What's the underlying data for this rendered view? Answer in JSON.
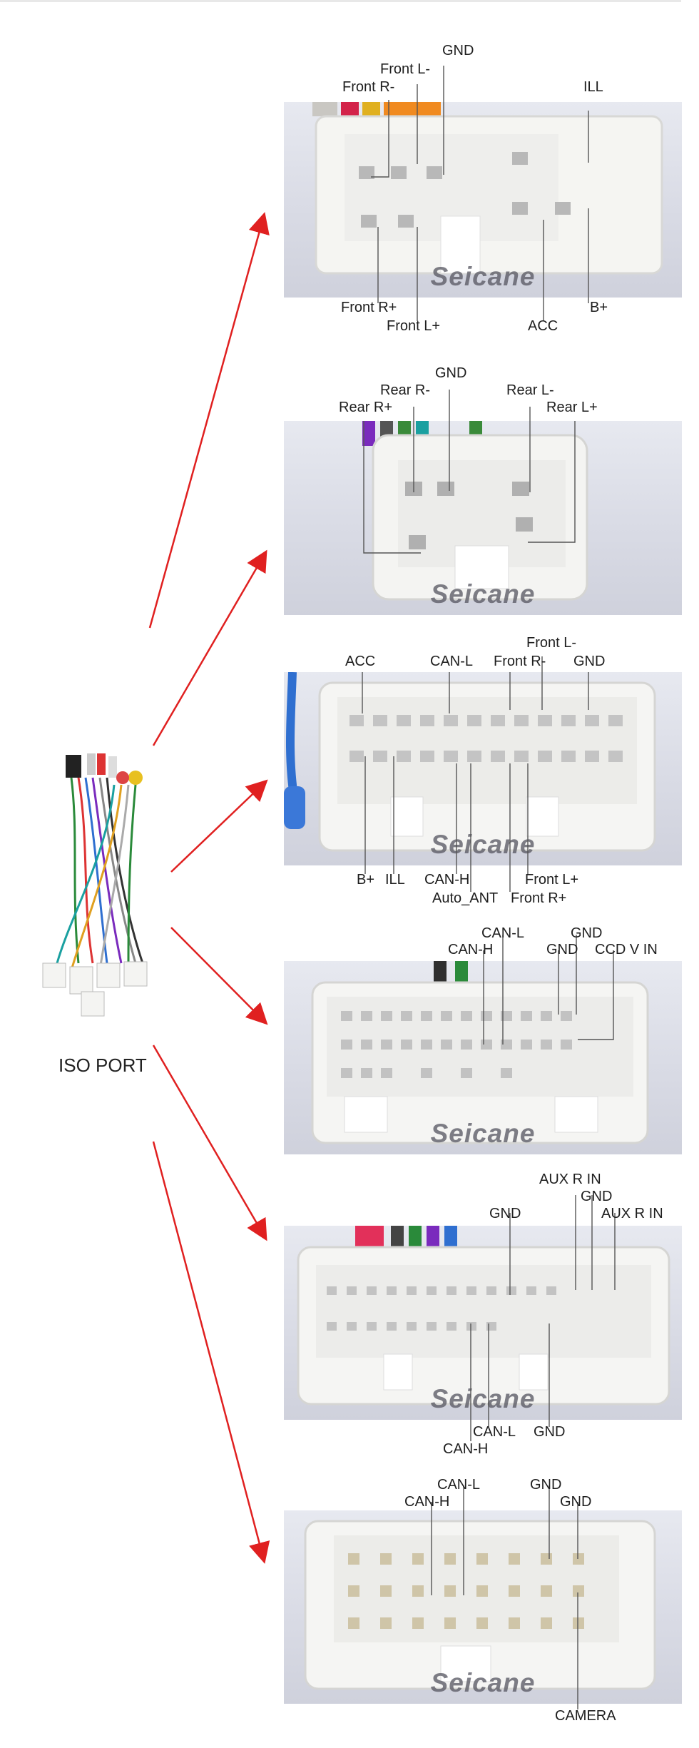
{
  "iso_port_label": "ISO PORT",
  "brand_watermark": "Seicane",
  "colors": {
    "arrow": "#e02020",
    "leader": "#555555",
    "connector": "#f3f3f1"
  },
  "connectors": [
    {
      "id": "c1",
      "labels": [
        "GND",
        "Front L-",
        "Front R-",
        "ILL",
        "Front R+",
        "Front L+",
        "ACC",
        "B+"
      ]
    },
    {
      "id": "c2",
      "labels": [
        "GND",
        "Rear R-",
        "Rear R+",
        "Rear L-",
        "Rear L+"
      ]
    },
    {
      "id": "c3",
      "labels": [
        "Front L-",
        "ACC",
        "CAN-L",
        "Front R-",
        "GND",
        "B+",
        "ILL",
        "CAN-H",
        "Auto_ANT",
        "Front L+",
        "Front R+"
      ]
    },
    {
      "id": "c4",
      "labels": [
        "CAN-L",
        "GND",
        "CAN-H",
        "GND",
        "CCD V IN"
      ]
    },
    {
      "id": "c5",
      "labels": [
        "AUX R IN",
        "GND",
        "GND",
        "AUX R IN",
        "CAN-L",
        "GND",
        "CAN-H"
      ]
    },
    {
      "id": "c6",
      "labels": [
        "CAN-L",
        "GND",
        "CAN-H",
        "GND",
        "CAMERA"
      ]
    }
  ]
}
